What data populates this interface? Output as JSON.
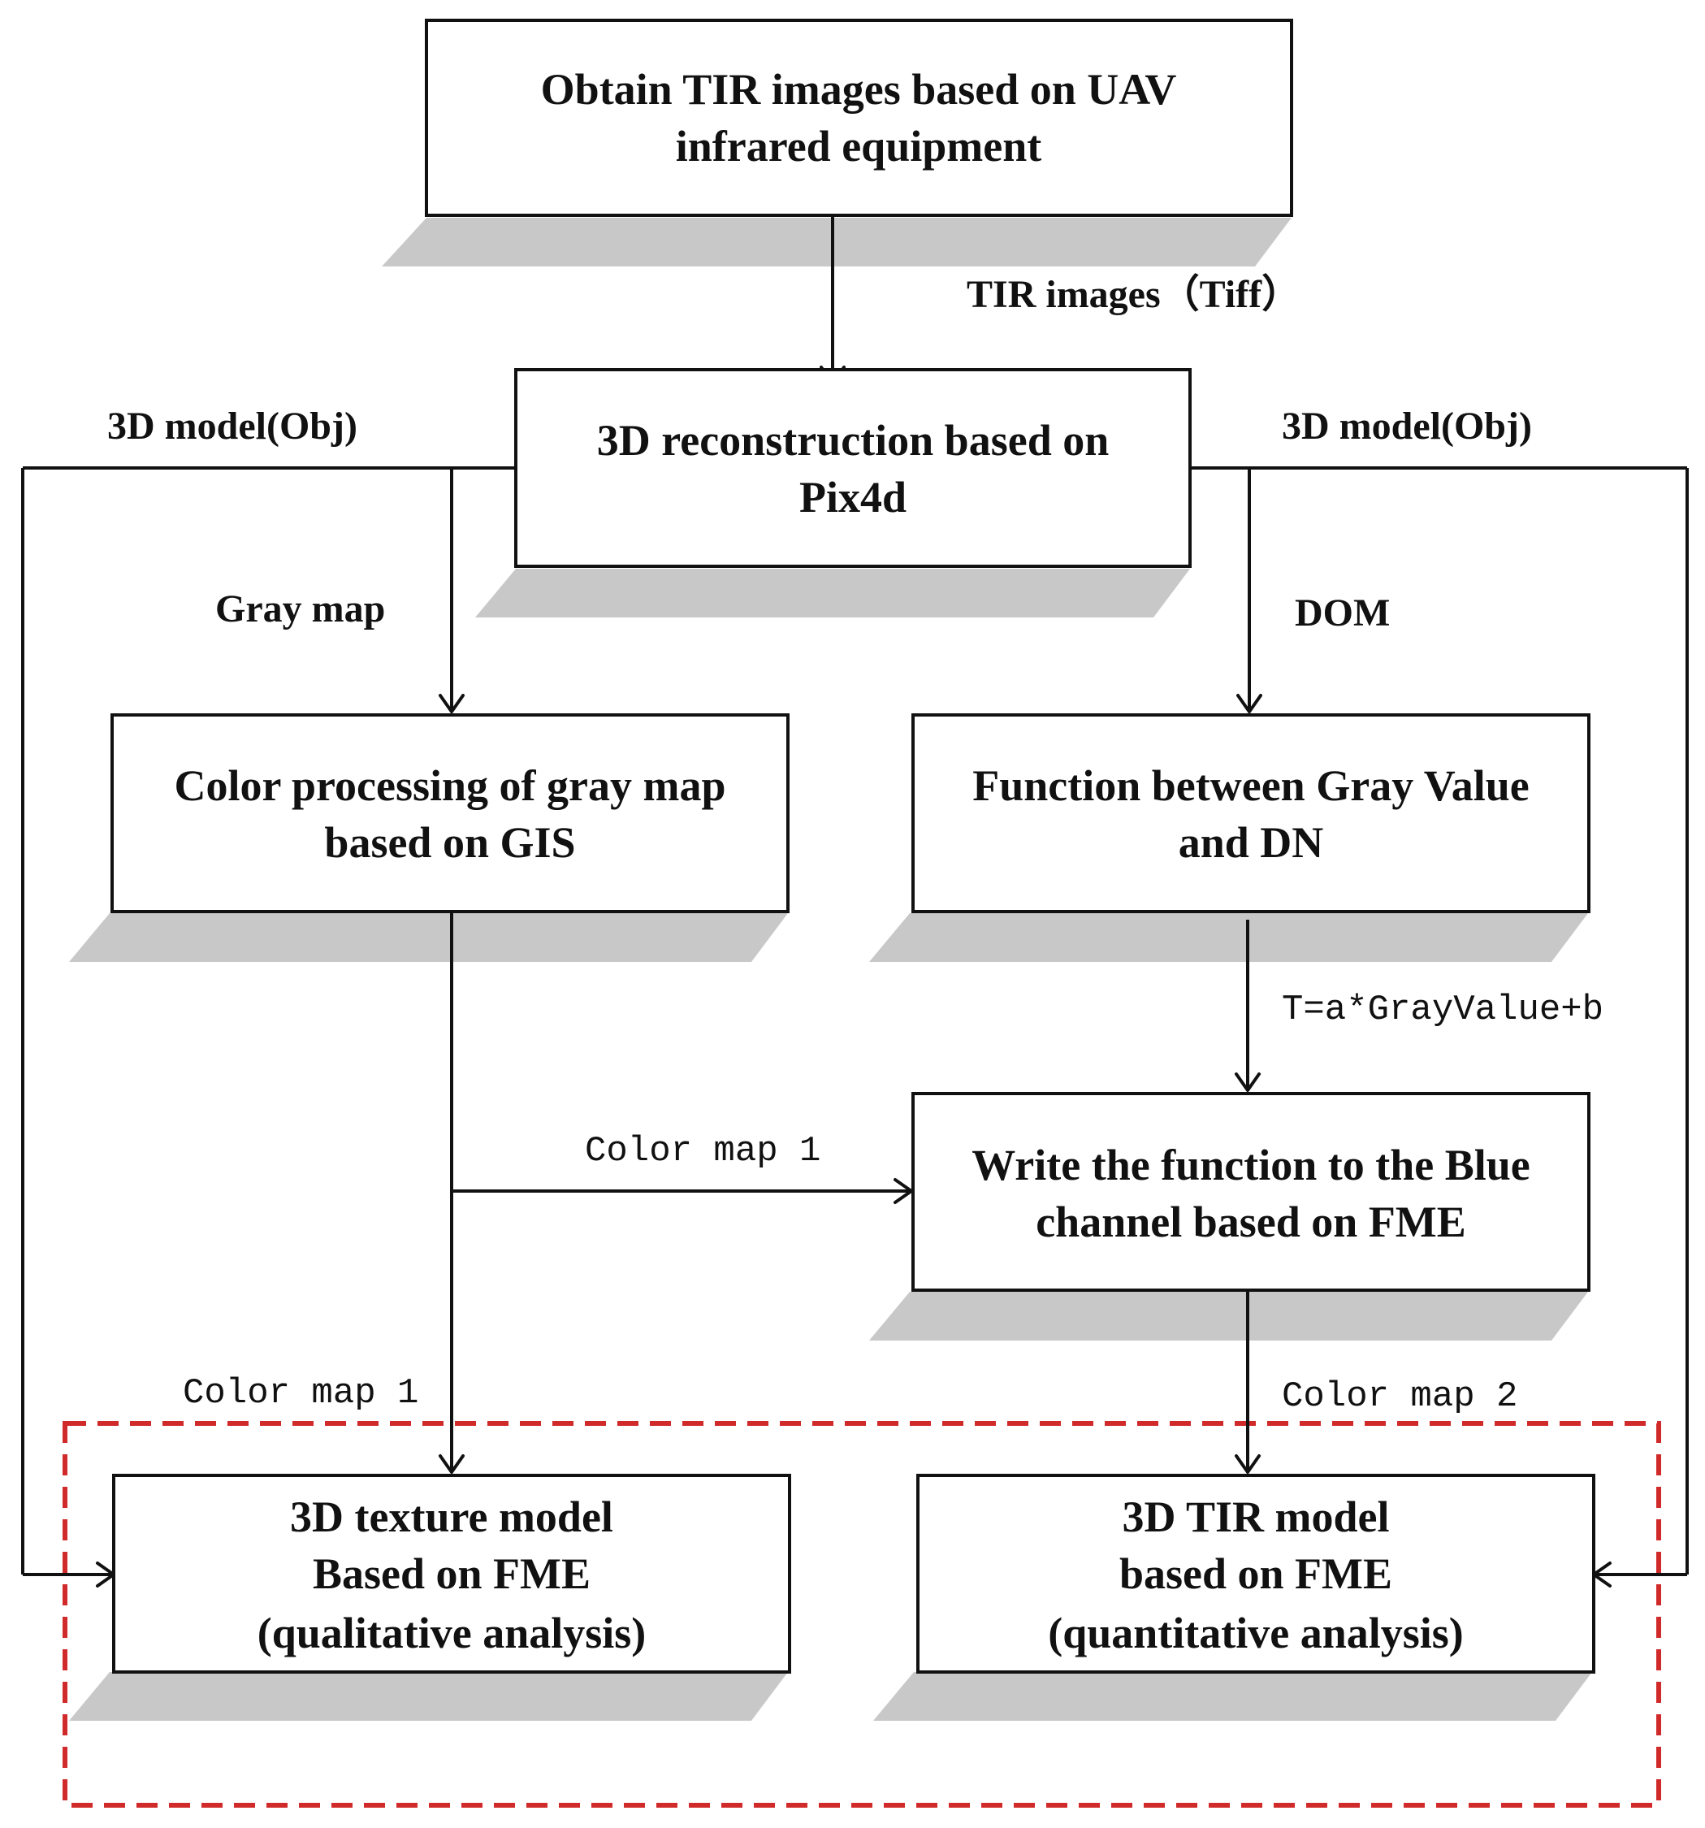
{
  "nodes": {
    "obtain_tir": {
      "lines": [
        "Obtain TIR images based on UAV",
        "infrared equipment"
      ]
    },
    "reconstruction": {
      "lines": [
        "3D reconstruction  based on",
        "Pix4d"
      ]
    },
    "color_processing": {
      "lines": [
        "Color processing of gray map",
        "based on GIS"
      ]
    },
    "function_gray_dn": {
      "lines": [
        "Function between  Gray  Value",
        "and DN"
      ]
    },
    "write_function": {
      "lines": [
        "Write the function to the Blue",
        "channel based  on FME"
      ]
    },
    "texture_model": {
      "lines": [
        "3D texture model",
        "Based on FME",
        "(qualitative analysis)"
      ]
    },
    "tir_model": {
      "lines": [
        "3D TIR model",
        "based on FME",
        "(quantitative analysis)"
      ]
    }
  },
  "edges": {
    "tir_images": "TIR images（Tiff）",
    "model_obj_left": "3D model(Obj)",
    "model_obj_right": "3D model(Obj)",
    "gray_map": "Gray map",
    "dom": "DOM",
    "formula": "T=a*GrayValue+b",
    "color_map_1_mid": "Color map 1",
    "color_map_1_left": "Color map 1",
    "color_map_2": "Color map 2"
  },
  "colors": {
    "line": "#111111",
    "shadow": "#c8c8c8",
    "group_frame": "#d12a2a"
  }
}
